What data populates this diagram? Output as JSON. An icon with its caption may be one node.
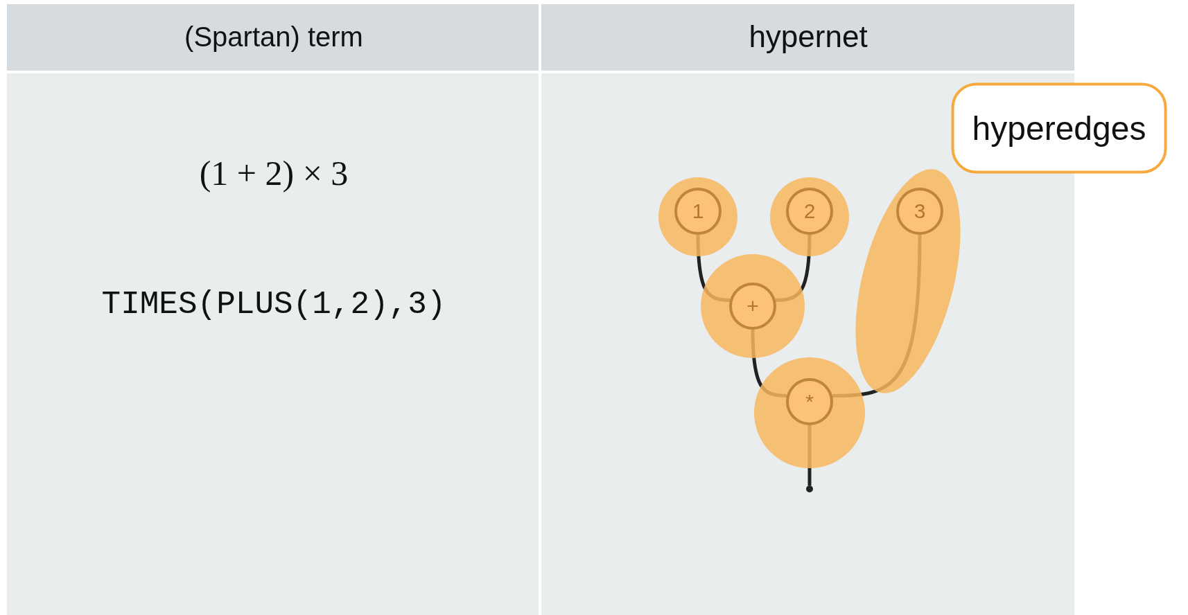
{
  "diagram": {
    "nodes": [
      {
        "text": [
          "1"
        ]
      },
      {
        "text": [
          "2"
        ]
      },
      {
        "text": [
          "3"
        ]
      },
      {
        "text": [
          "+"
        ]
      },
      {
        "text": [
          "*"
        ]
      },
      {
        "text": [],
        "shape": "circle"
      }
    ],
    "edges": [
      {
        "from": 0,
        "to": 3,
        "arrow": "none"
      },
      {
        "from": 1,
        "to": 3,
        "arrow": "none"
      },
      {
        "from": 3,
        "to": 4,
        "arrow": "none"
      },
      {
        "from": 2,
        "to": 4,
        "arrow": "none"
      },
      {
        "from": 4,
        "to": 5,
        "arrow": "none"
      }
    ],
    "labels": [
      "(Spartan) term",
      "hypernet",
      "(1 + 2) × 3",
      "TIMES(PLUS(1,2),3)",
      "hyperedges"
    ]
  }
}
